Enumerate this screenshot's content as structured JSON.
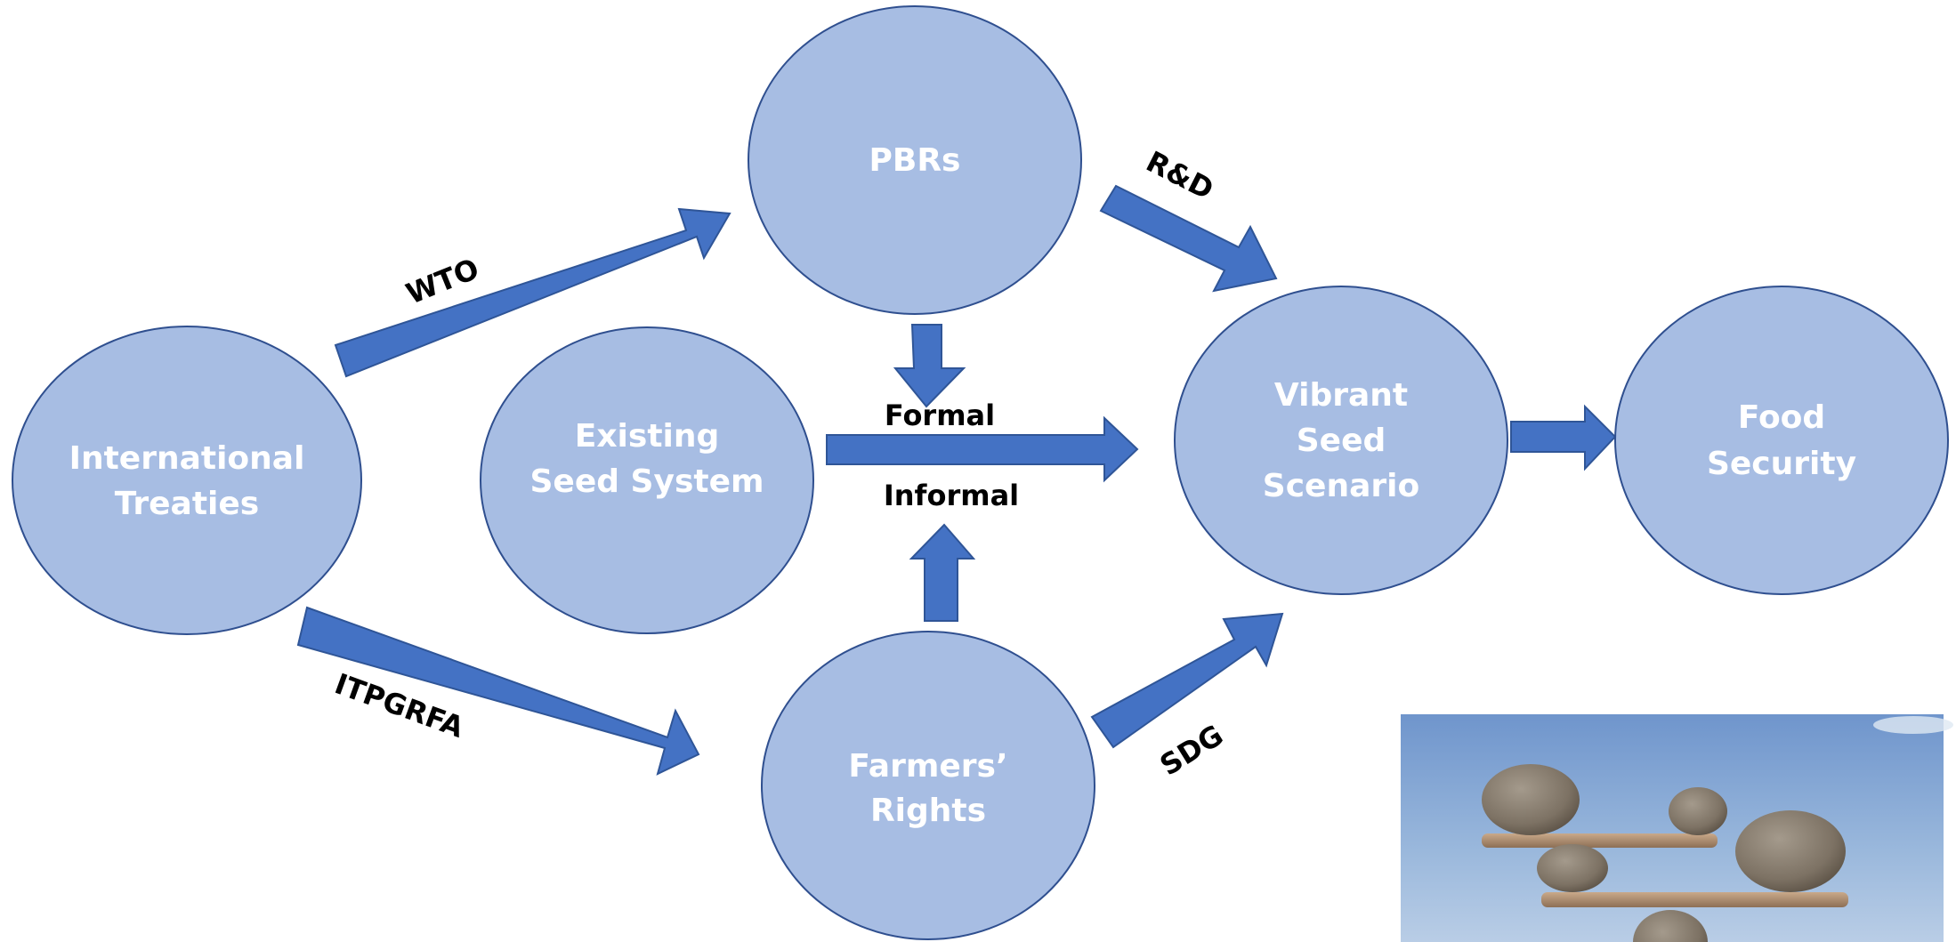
{
  "colors": {
    "node_fill": "#a7bde3",
    "node_stroke": "#2f4f8f",
    "arrow_fill": "#4472c4",
    "arrow_stroke": "#2f5597",
    "node_text": "#ffffff",
    "label_text": "#000000"
  },
  "nodes": {
    "international_treaties": {
      "line1": "International",
      "line2": "Treaties"
    },
    "pbrs": {
      "line1": "PBRs"
    },
    "existing_seed_system": {
      "line1": "Existing",
      "line2": "Seed System"
    },
    "farmers_rights": {
      "line1": "Farmers’",
      "line2": "Rights"
    },
    "vibrant_seed_scenario": {
      "line1": "Vibrant",
      "line2": "Seed",
      "line3": "Scenario"
    },
    "food_security": {
      "line1": "Food",
      "line2": "Security"
    }
  },
  "edge_labels": {
    "wto": "WTO",
    "itpgrfa": "ITPGRFA",
    "rd": "R&D",
    "sdg": "SDG",
    "formal": "Formal",
    "informal": "Informal"
  },
  "photo": {
    "subject": "balanced stones on planks against sky"
  }
}
